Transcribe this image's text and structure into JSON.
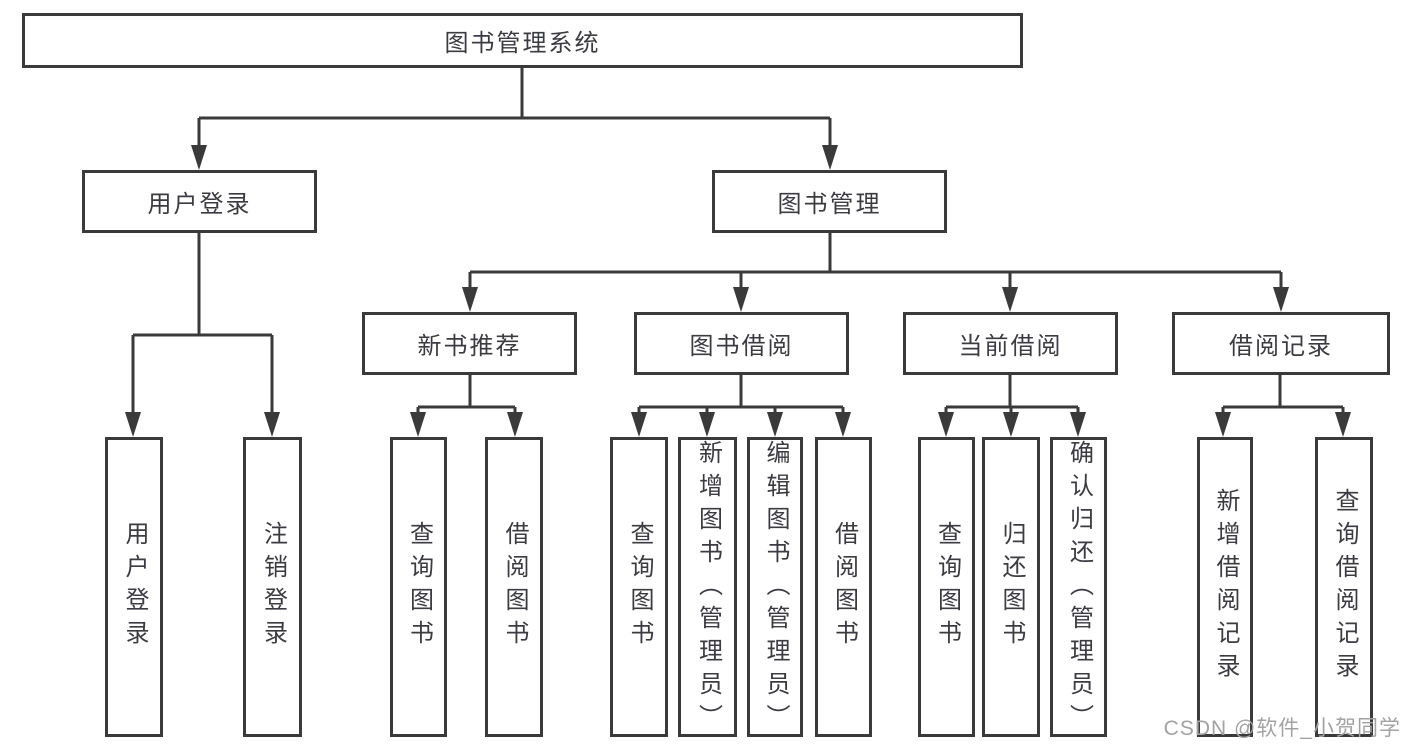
{
  "tree": {
    "root": "图书管理系统",
    "branches": [
      {
        "label": "用户登录",
        "children": [
          "用户登录",
          "注销登录"
        ]
      },
      {
        "label": "图书管理",
        "groups": [
          {
            "label": "新书推荐",
            "children": [
              "查询图书",
              "借阅图书"
            ]
          },
          {
            "label": "图书借阅",
            "children": [
              "查询图书",
              "新增图书（管理员）",
              "编辑图书（管理员）",
              "借阅图书"
            ]
          },
          {
            "label": "当前借阅",
            "children": [
              "查询图书",
              "归还图书",
              "确认归还（管理员）"
            ]
          },
          {
            "label": "借阅记录",
            "children": [
              "新增借阅记录",
              "查询借阅记录"
            ]
          }
        ]
      }
    ]
  },
  "watermark": "CSDN @软件_小贺同学",
  "colors": {
    "line": "#3a3a3a",
    "text": "#3b3b42",
    "watermark": "#a2a2a2",
    "background": "#ffffff"
  }
}
